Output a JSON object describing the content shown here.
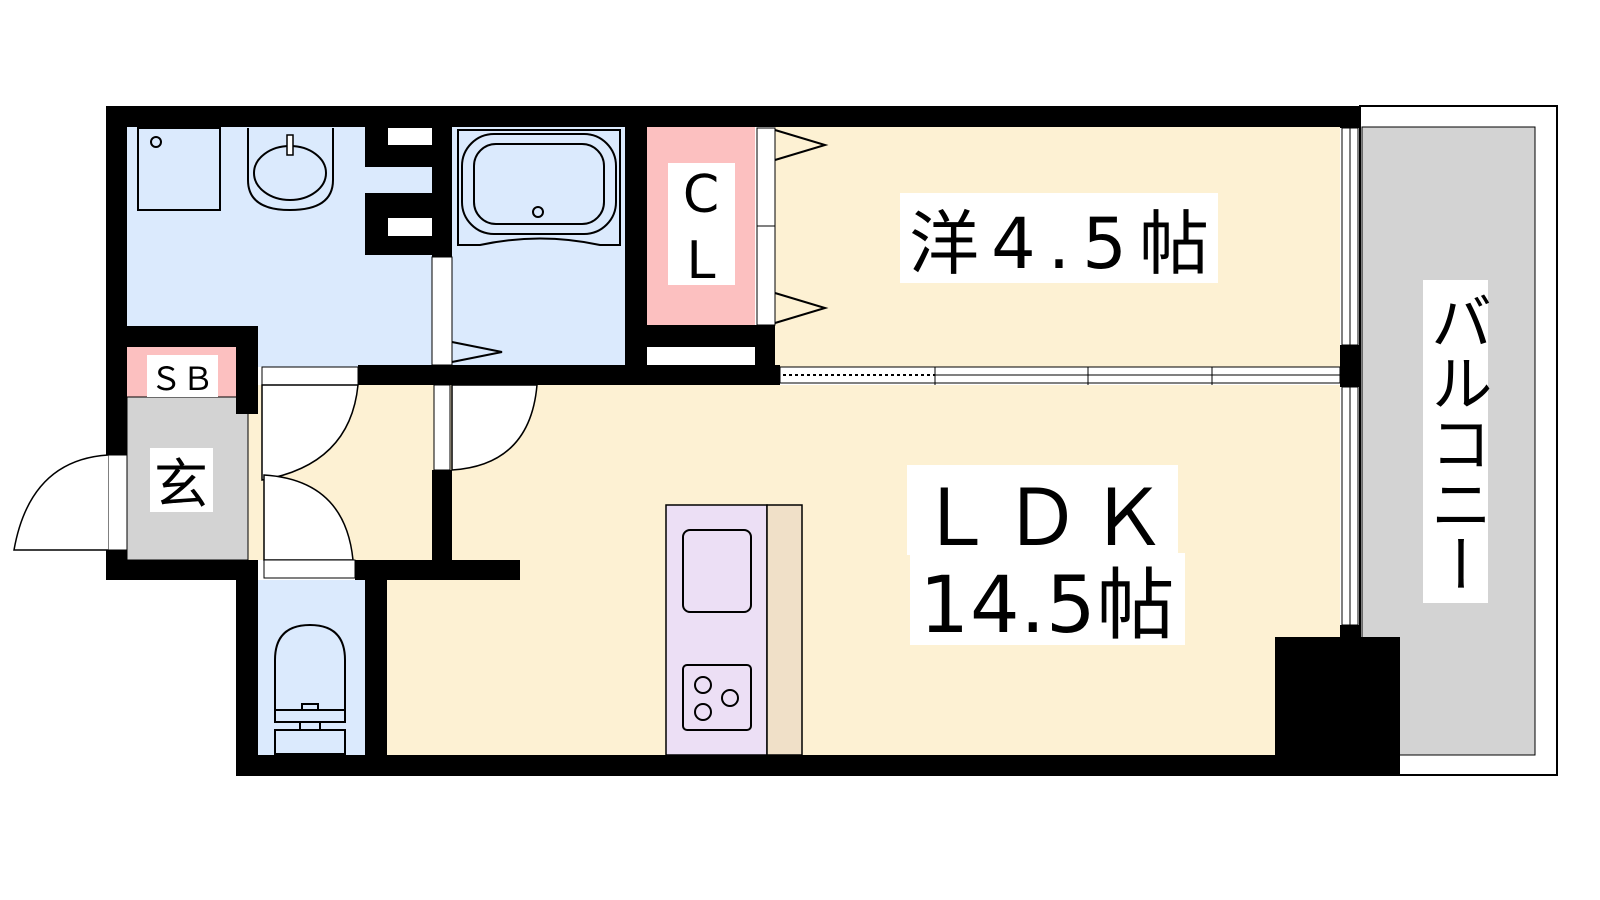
{
  "rooms": {
    "western": {
      "label": "洋4.5帖"
    },
    "ldk": {
      "label": "ＬＤＫ",
      "size": "14.5帖"
    },
    "closet": {
      "label_top": "C",
      "label_bottom": "L"
    },
    "shoe_box": {
      "label": "ＳＢ"
    },
    "entrance": {
      "label": "玄"
    },
    "balcony": {
      "label": "バルコニー"
    }
  },
  "colors": {
    "wall": "#000000",
    "wet_area": "#dbeafd",
    "living": "#fdf1d3",
    "storage": "#fcc0c0",
    "entrance": "#d3d3d3",
    "balcony": "#d3d3d3",
    "kitchen": "#ecdff5",
    "counter": "#f0e0c8"
  }
}
